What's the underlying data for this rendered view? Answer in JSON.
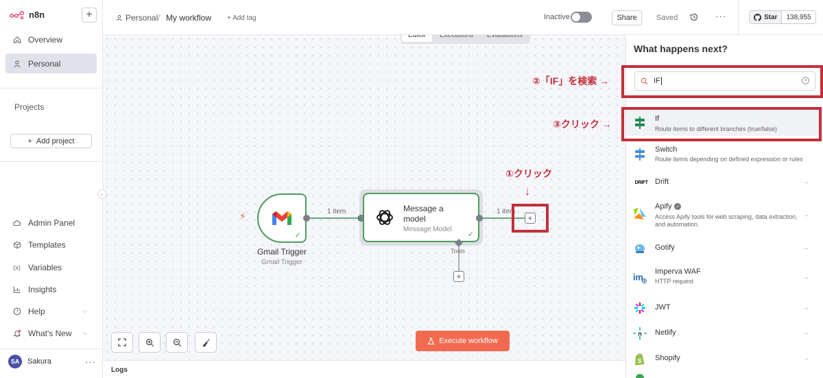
{
  "app": {
    "logo_text": "n8n"
  },
  "sidebar": {
    "new_button": "+",
    "items": [
      {
        "label": "Overview",
        "icon": "home-icon"
      },
      {
        "label": "Personal",
        "icon": "user-icon",
        "active": true
      }
    ],
    "projects_label": "Projects",
    "add_project": "Add project",
    "bottom_items": [
      {
        "label": "Admin Panel",
        "icon": "cloud-icon"
      },
      {
        "label": "Templates",
        "icon": "box-icon"
      },
      {
        "label": "Variables",
        "icon": "variables-icon"
      },
      {
        "label": "Insights",
        "icon": "chart-icon"
      },
      {
        "label": "Help",
        "icon": "help-icon"
      },
      {
        "label": "What's New",
        "icon": "bell-icon"
      }
    ],
    "user": {
      "initials": "SA",
      "name": "Sakura",
      "more": "···"
    }
  },
  "header": {
    "breadcrumb_project": "Personal",
    "breadcrumb_sep": "/",
    "workflow_name": "My workflow",
    "add_tag": "+ Add tag",
    "status_label": "Inactive",
    "share": "Share",
    "saved": "Saved",
    "more": "···",
    "github_star": "Star",
    "github_count": "138,955"
  },
  "canvas": {
    "tabs": [
      {
        "label": "Editor",
        "active": true
      },
      {
        "label": "Executions"
      },
      {
        "label": "Evaluations"
      }
    ],
    "nodes": {
      "gmail": {
        "title": "Gmail Trigger",
        "subtitle": "Gmail Trigger"
      },
      "llm": {
        "title": "Message a model",
        "subtitle": "Message Model"
      }
    },
    "conn1_label": "1 item",
    "conn2_label": "1 item",
    "tools_label": "Tools",
    "execute_button": "Execute workflow"
  },
  "logs": {
    "label": "Logs"
  },
  "panel": {
    "title": "What happens next?",
    "search_value": "IF",
    "results": [
      {
        "name": "If",
        "desc": "Route items to different branches (true/false)",
        "icon": "if-icon",
        "color": "#1f8a4c"
      },
      {
        "name": "Switch",
        "desc": "Route items depending on defined expression or rules",
        "icon": "switch-icon",
        "color": "#4a90d9"
      },
      {
        "name": "Drift",
        "desc": "",
        "icon": "drift-logo",
        "logo_text": "DRIFT"
      },
      {
        "name": "Apify",
        "desc": "Access Apify tools for web scraping, data extraction, and automation.",
        "icon": "apify-logo",
        "verified": true
      },
      {
        "name": "Gotify",
        "desc": "",
        "icon": "gotify-logo"
      },
      {
        "name": "Imperva WAF",
        "desc": "HTTP request",
        "icon": "imperva-logo"
      },
      {
        "name": "JWT",
        "desc": "",
        "icon": "jwt-logo"
      },
      {
        "name": "Netlify",
        "desc": "",
        "icon": "netlify-logo"
      },
      {
        "name": "Shopify",
        "desc": "",
        "icon": "shopify-logo"
      }
    ]
  },
  "annotations": {
    "step1": "①クリック",
    "step2": "②「IF」を検索 →",
    "step3": "③クリック →",
    "arrow_down": "↓",
    "color": "#c22f3a"
  }
}
